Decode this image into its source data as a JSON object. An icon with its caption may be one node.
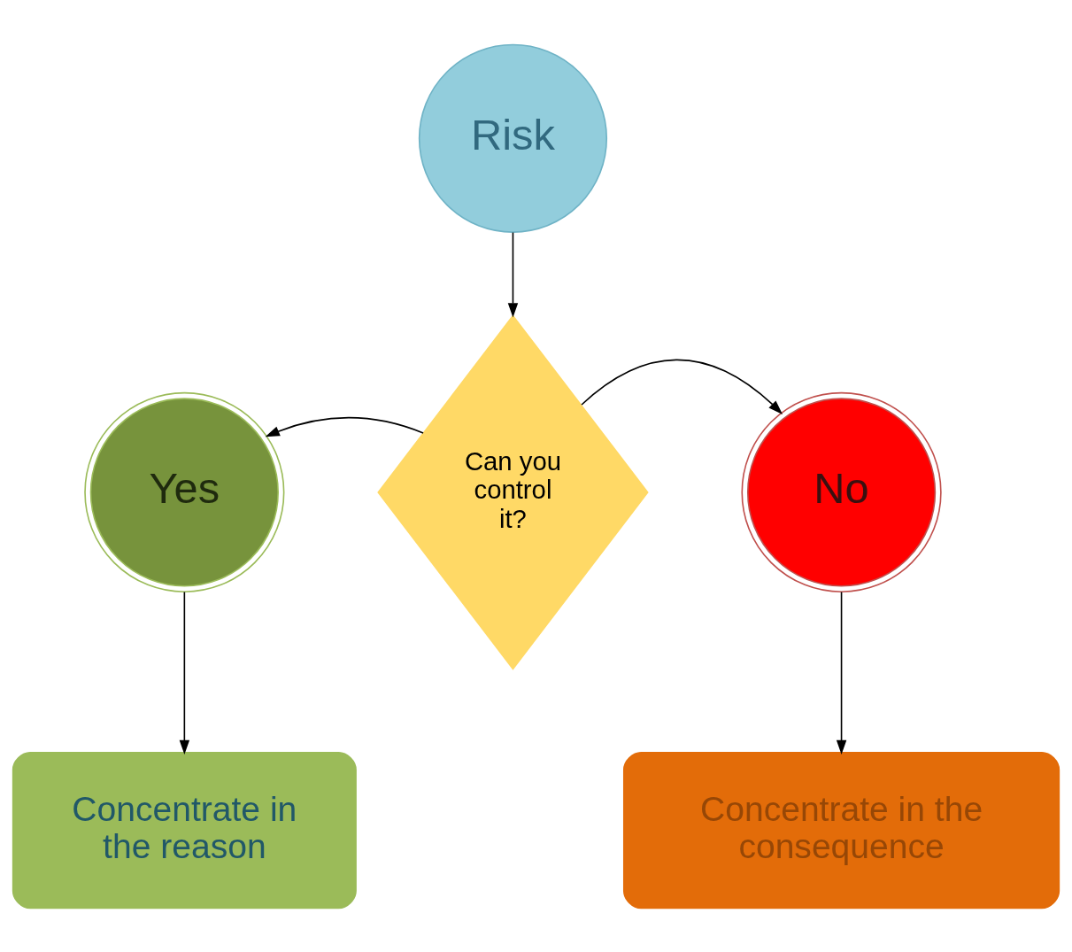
{
  "diagram": {
    "nodes": [
      {
        "text": [
          "Risk"
        ]
      },
      {
        "text": [
          "Can you control it?"
        ]
      },
      {
        "text": [
          "Yes"
        ]
      },
      {
        "text": [
          "No"
        ]
      },
      {
        "text": [
          "Concentrate in the reason"
        ]
      },
      {
        "text": [
          "Concentrate in the consequence"
        ]
      }
    ],
    "edges": [
      {
        "from": 0,
        "to": 1,
        "arrow": "to"
      },
      {
        "from": 1,
        "to": 2,
        "arrow": "to"
      },
      {
        "from": 1,
        "to": 3,
        "arrow": "to"
      },
      {
        "from": 2,
        "to": 4,
        "arrow": "to"
      },
      {
        "from": 3,
        "to": 5,
        "arrow": "to"
      }
    ]
  }
}
